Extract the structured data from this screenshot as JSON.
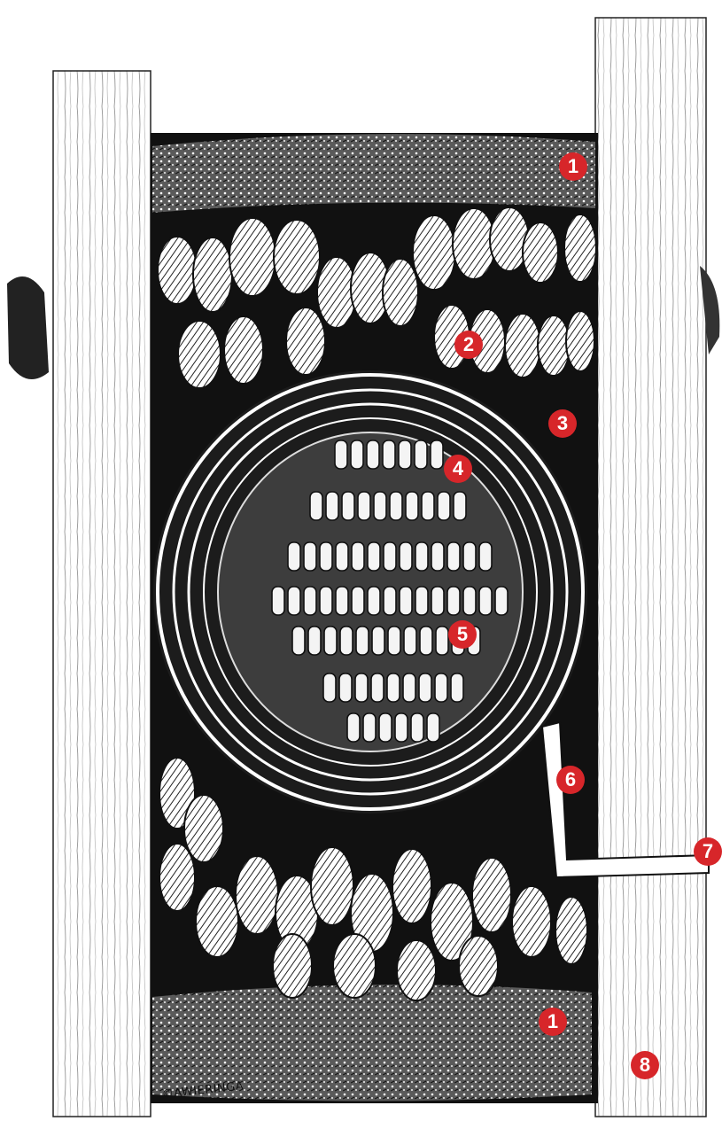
{
  "markers": [
    {
      "id": "m1a",
      "label": "1"
    },
    {
      "id": "m2",
      "label": "2"
    },
    {
      "id": "m3",
      "label": "3"
    },
    {
      "id": "m4",
      "label": "4"
    },
    {
      "id": "m5",
      "label": "5"
    },
    {
      "id": "m6",
      "label": "6"
    },
    {
      "id": "m7",
      "label": "7"
    },
    {
      "id": "m1b",
      "label": "1"
    },
    {
      "id": "m8",
      "label": "8"
    }
  ],
  "credit": "©AWIERINGA",
  "colors": {
    "marker_fill": "#d7262a",
    "ink": "#111111",
    "paper": "#ffffff"
  }
}
